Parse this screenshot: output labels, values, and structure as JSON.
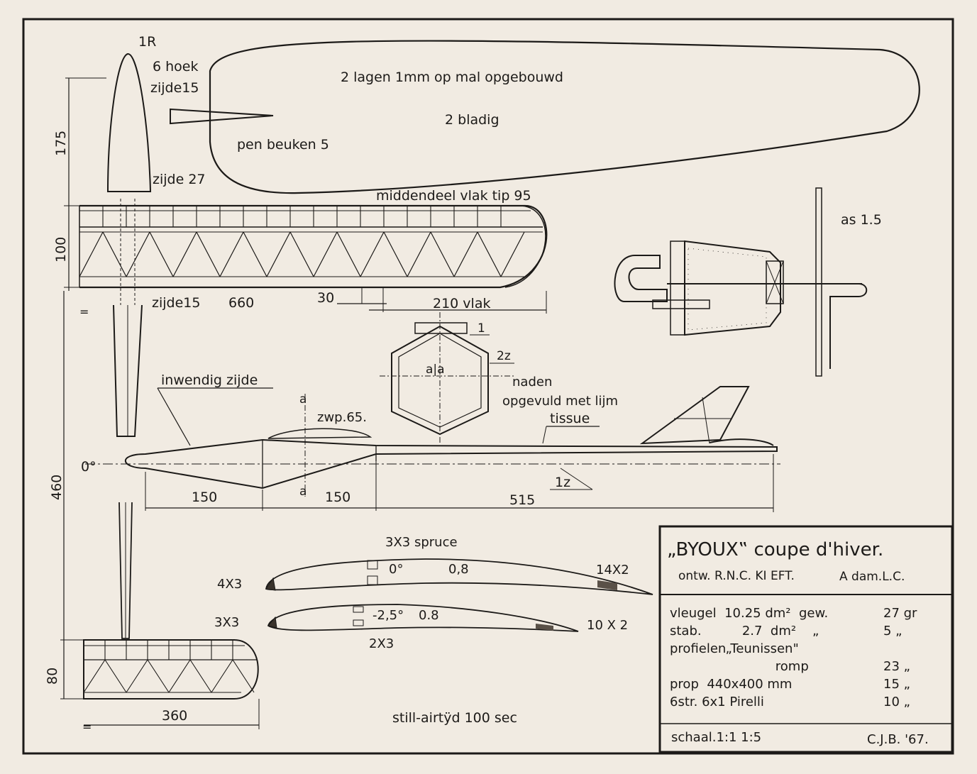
{
  "prop": {
    "root_label": "1R",
    "hex_label": "6 hoek",
    "side_label": "zijde15",
    "blade_note": "2 lagen  1mm  op mal opgebouwd",
    "blade_count": "2 bladig",
    "pin_note": "pen beuken  5",
    "root_side": "zijde 27"
  },
  "wing": {
    "tip_note": "middendeel vlak tip 95",
    "dim_175": "175",
    "dim_100": "100",
    "side_bottom": "zijde15",
    "span_half": "660",
    "dim_30": "30",
    "flat_210": "210 vlak"
  },
  "section": {
    "label_1": "1",
    "label_2z": "2z",
    "cut": "a|a",
    "seams1": "naden",
    "seams2": "opgevuld met lijm"
  },
  "nose": {
    "axle": "as 1.5"
  },
  "fuselage": {
    "inner_side": "inwendig zijde",
    "cg": "zwp.65.",
    "a_top": "a",
    "a_bot": "a",
    "tissue": "tissue",
    "zero_deg": "0°",
    "dim_460": "460",
    "dim_150a": "150",
    "dim_150b": "150",
    "dim_515": "515",
    "label_1z": "1z"
  },
  "profiles": {
    "spruce": "3X3 spruce",
    "le_top": "4X3",
    "angle_top": "0°",
    "camber_top": "0,8",
    "te_top": "14X2",
    "le_bot": "3X3",
    "angle_bot": "-2,5°",
    "camber_bot": "0.8",
    "te_bot": "10 X 2",
    "spar_bot": "2X3"
  },
  "stab": {
    "dim_80": "80",
    "dim_360": "360",
    "flight_time": "still-airtÿd  100 sec"
  },
  "title_block": {
    "title": "„BYOUX‟ coupe d'hiver.",
    "designer": "ontw. R.N.C. KI EFT.",
    "club": "A dam.L.C.",
    "rows": [
      {
        "label": "vleugel  10.25 dm²  gew.",
        "value": "27 gr"
      },
      {
        "label": "stab.          2.7  dm²    „",
        "value": "5  „"
      },
      {
        "label": "profielen„Teunissen\"",
        "value": ""
      },
      {
        "label": "                          romp",
        "value": "23  „"
      },
      {
        "label": "prop  440x400 mm",
        "value": "15  „"
      },
      {
        "label": "6str. 6x1 Pirelli",
        "value": "10  „"
      }
    ],
    "scale": "schaal.1:1  1:5",
    "signature": "C.J.B. '67."
  }
}
